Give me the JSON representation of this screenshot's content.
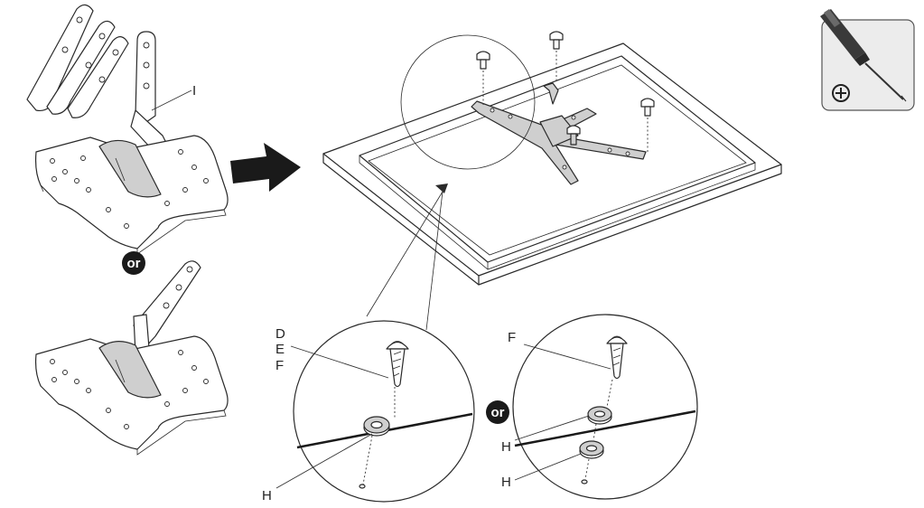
{
  "labels": {
    "part_i": "I",
    "part_d": "D",
    "part_e": "E",
    "part_f_left": "F",
    "part_h_left": "H",
    "part_f_right": "F",
    "part_h_right_top": "H",
    "part_h_right_bottom": "H"
  },
  "or_badges": {
    "left": "or",
    "right": "or"
  },
  "icons": {
    "tool": "phillips-screwdriver-icon",
    "arrow": "right-arrow-icon"
  }
}
